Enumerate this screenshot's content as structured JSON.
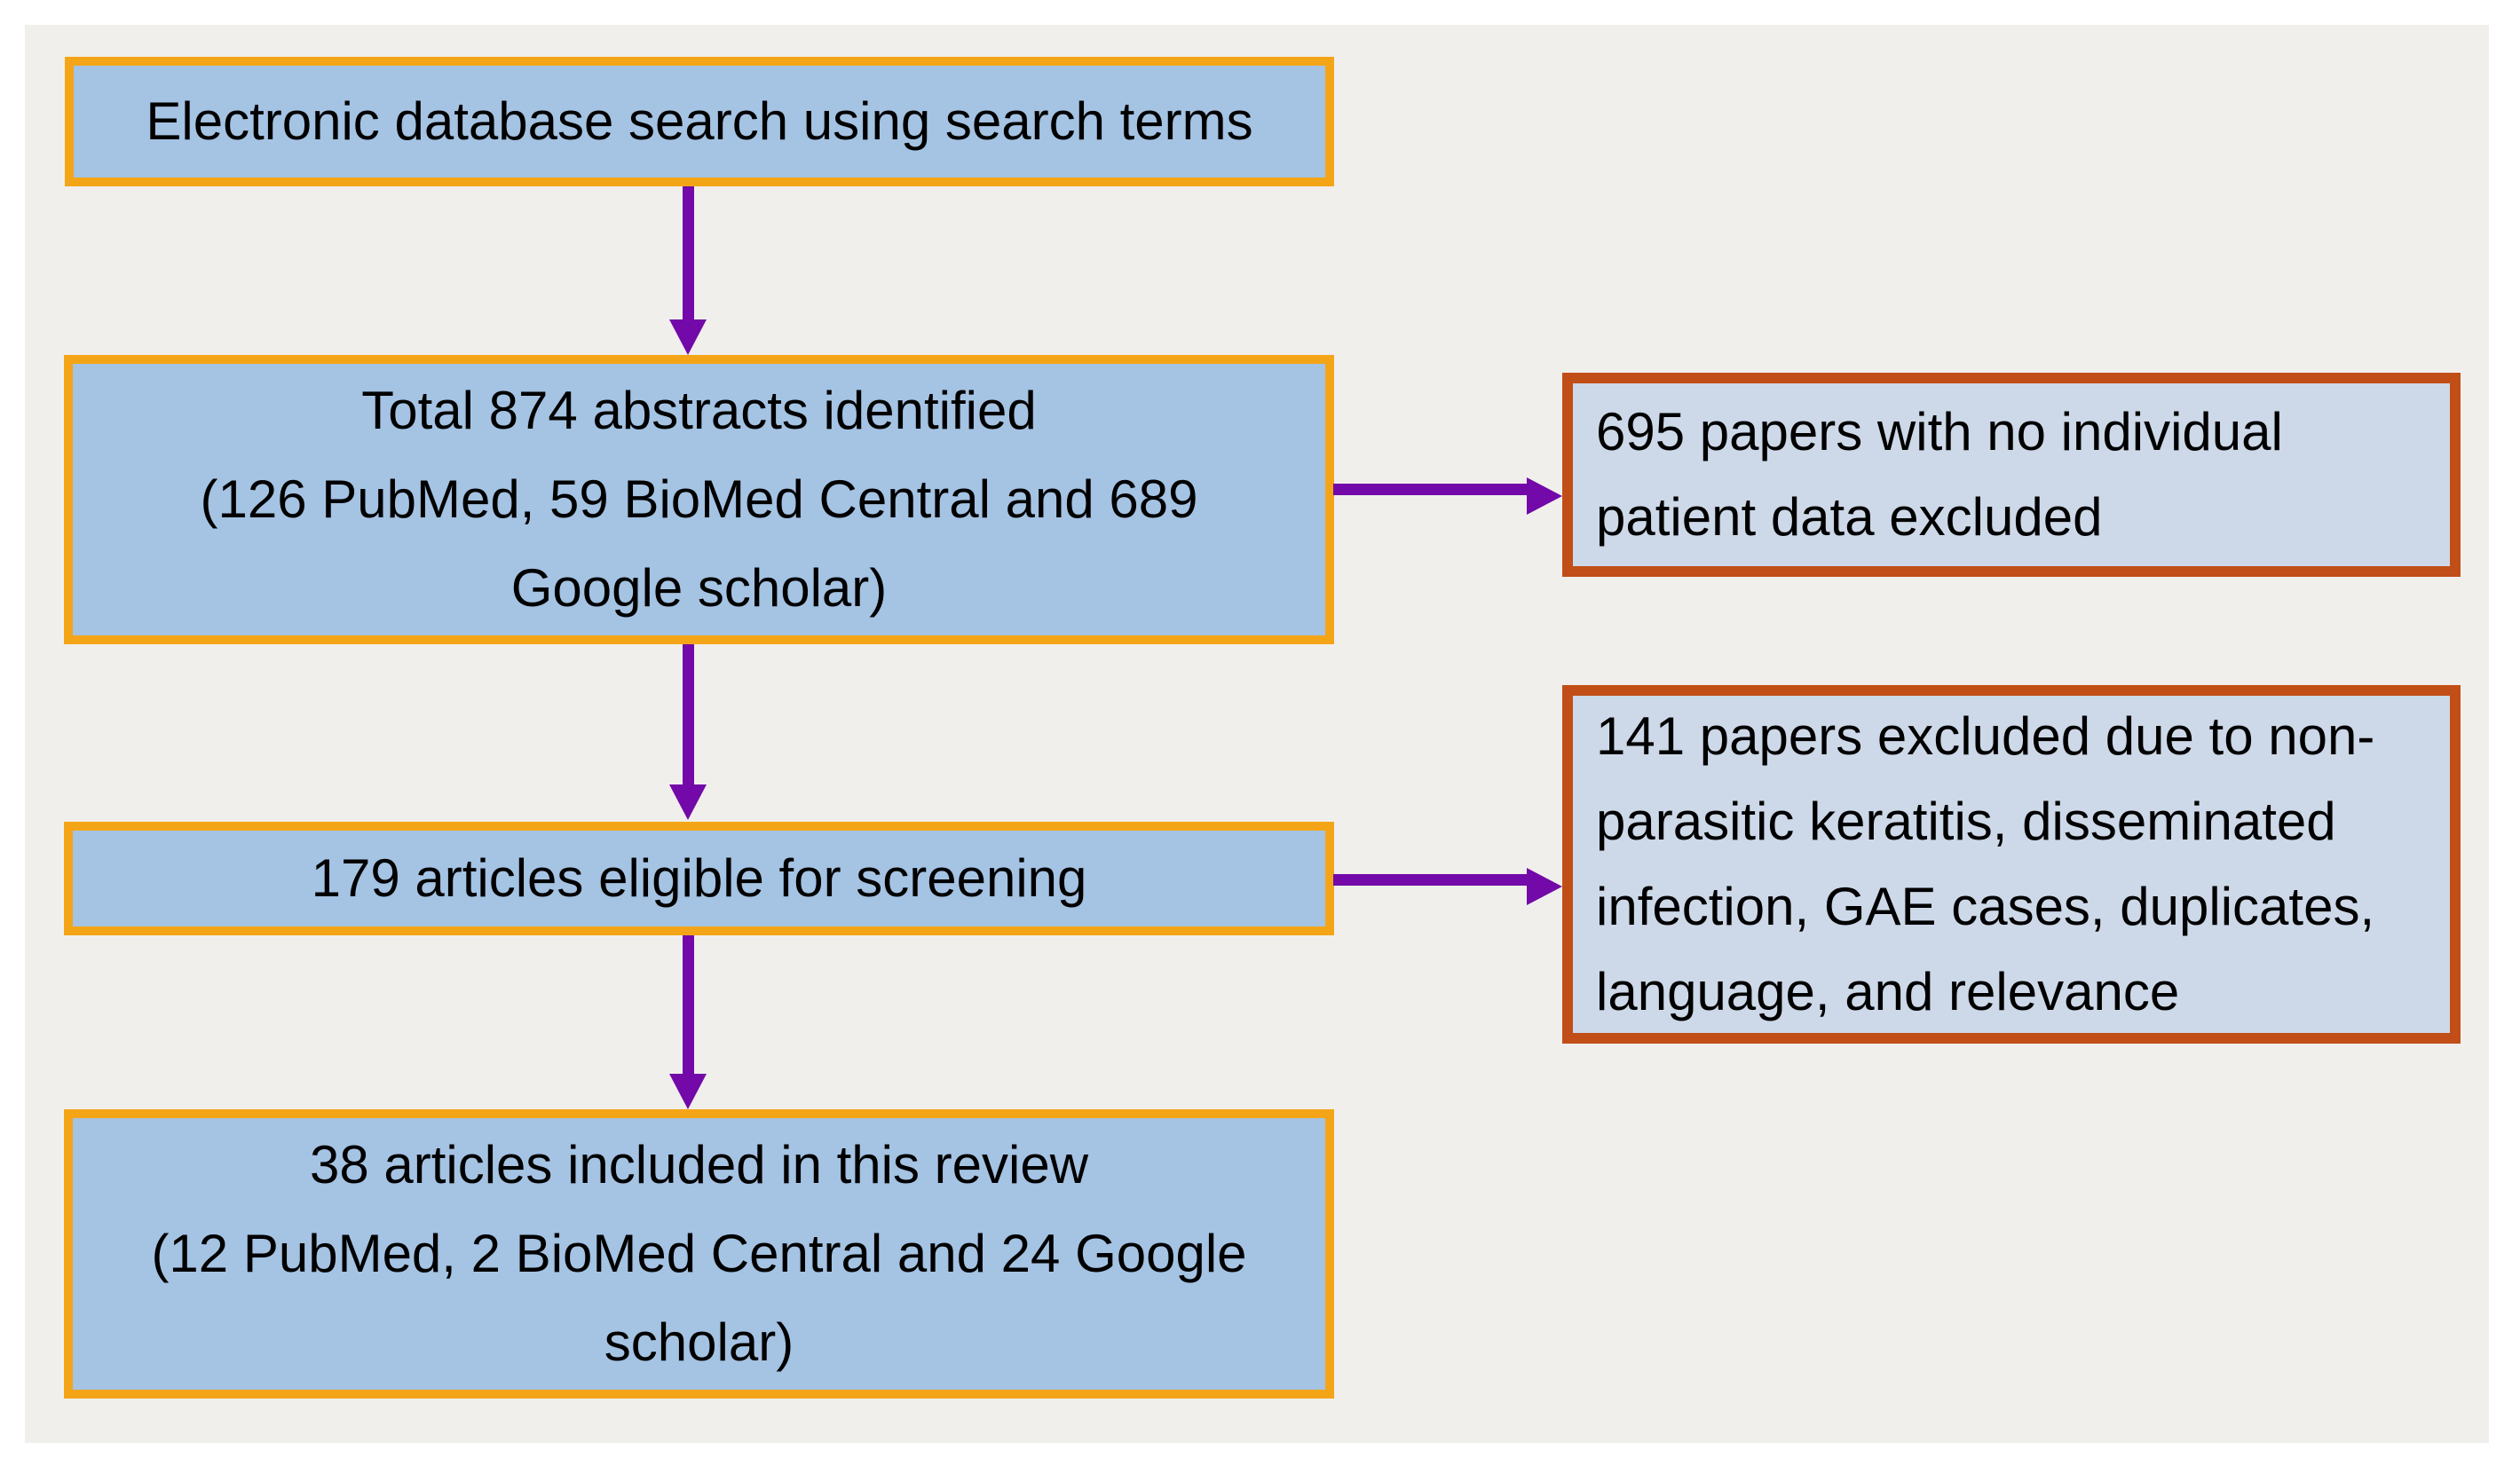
{
  "colors": {
    "page_background": "#ffffff",
    "panel_background": "#f1efec",
    "main_box_fill": "#a5c3e3",
    "main_box_border": "#f4a517",
    "exclusion_box_fill": "#cdd8e8",
    "exclusion_box_border": "#c14e16",
    "arrow": "#7209a8",
    "text": "#000000"
  },
  "flowchart": {
    "nodes": {
      "search": {
        "lines": [
          "Electronic database search using search terms"
        ]
      },
      "abstracts": {
        "lines": [
          "Total 874 abstracts identified",
          "(126 PubMed, 59 BioMed Central and 689",
          "Google scholar)"
        ]
      },
      "no_ipd": {
        "lines": [
          "695 papers with no individual",
          "patient data excluded"
        ]
      },
      "screening": {
        "lines": [
          "179 articles eligible for screening"
        ]
      },
      "reasons": {
        "lines": [
          "141 papers excluded due to non-",
          "parasitic keratitis, disseminated",
          "infection, GAE cases, duplicates,",
          "language, and relevance"
        ]
      },
      "included": {
        "lines": [
          "38 articles included in this review",
          "(12 PubMed, 2 BioMed Central and 24 Google",
          "scholar)"
        ]
      }
    },
    "edges": [
      {
        "from": "search",
        "to": "abstracts",
        "direction": "down"
      },
      {
        "from": "abstracts",
        "to": "no_ipd",
        "direction": "right"
      },
      {
        "from": "abstracts",
        "to": "screening",
        "direction": "down"
      },
      {
        "from": "screening",
        "to": "reasons",
        "direction": "right"
      },
      {
        "from": "screening",
        "to": "included",
        "direction": "down"
      }
    ]
  }
}
